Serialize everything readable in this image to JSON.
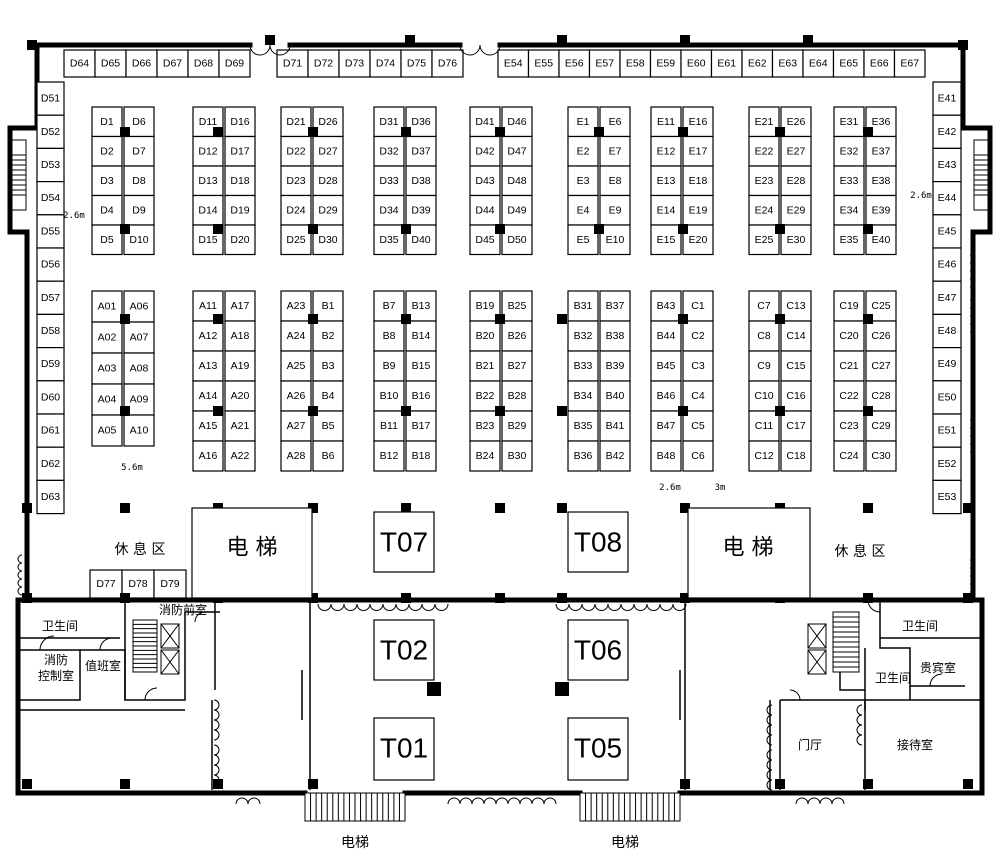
{
  "booths": {
    "D_top": [
      "D64",
      "D65",
      "D66",
      "D67",
      "D68",
      "D69",
      "D71",
      "D72",
      "D73",
      "D74",
      "D75",
      "D76"
    ],
    "E_top": [
      "E54",
      "E55",
      "E56",
      "E57",
      "E58",
      "E59",
      "E60",
      "E61",
      "E62",
      "E63",
      "E64",
      "E65",
      "E66",
      "E67"
    ],
    "D_left": [
      "D51",
      "D52",
      "D53",
      "D54",
      "D55",
      "D56",
      "D57",
      "D58",
      "D59",
      "D60",
      "D61",
      "D62",
      "D63"
    ],
    "E_right": [
      "E41",
      "E42",
      "E43",
      "E44",
      "E45",
      "E46",
      "E47",
      "E48",
      "E49",
      "E50",
      "E51",
      "E52",
      "E53"
    ],
    "upper_rows": [
      [
        "D1",
        "D6"
      ],
      [
        "D2",
        "D7"
      ],
      [
        "D3",
        "D8"
      ],
      [
        "D4",
        "D9"
      ],
      [
        "D5",
        "D10"
      ],
      [
        "D11",
        "D16"
      ],
      [
        "D12",
        "D17"
      ],
      [
        "D13",
        "D18"
      ],
      [
        "D14",
        "D19"
      ],
      [
        "D15",
        "D20"
      ],
      [
        "D21",
        "D26"
      ],
      [
        "D22",
        "D27"
      ],
      [
        "D23",
        "D28"
      ],
      [
        "D24",
        "D29"
      ],
      [
        "D25",
        "D30"
      ],
      [
        "D31",
        "D36"
      ],
      [
        "D32",
        "D37"
      ],
      [
        "D33",
        "D38"
      ],
      [
        "D34",
        "D39"
      ],
      [
        "D35",
        "D40"
      ],
      [
        "D41",
        "D46"
      ],
      [
        "D42",
        "D47"
      ],
      [
        "D43",
        "D48"
      ],
      [
        "D44",
        "D49"
      ],
      [
        "D45",
        "D50"
      ],
      [
        "E1",
        "E6"
      ],
      [
        "E2",
        "E7"
      ],
      [
        "E3",
        "E8"
      ],
      [
        "E4",
        "E9"
      ],
      [
        "E5",
        "E10"
      ],
      [
        "E11",
        "E16"
      ],
      [
        "E12",
        "E17"
      ],
      [
        "E13",
        "E18"
      ],
      [
        "E14",
        "E19"
      ],
      [
        "E15",
        "E20"
      ],
      [
        "E21",
        "E26"
      ],
      [
        "E22",
        "E27"
      ],
      [
        "E23",
        "E28"
      ],
      [
        "E24",
        "E29"
      ],
      [
        "E25",
        "E30"
      ],
      [
        "E31",
        "E36"
      ],
      [
        "E32",
        "E37"
      ],
      [
        "E33",
        "E38"
      ],
      [
        "E34",
        "E39"
      ],
      [
        "E35",
        "E40"
      ]
    ],
    "lower_blocks": [
      [
        [
          "A01",
          "A06"
        ],
        [
          "A02",
          "A07"
        ],
        [
          "A03",
          "A08"
        ],
        [
          "A04",
          "A09"
        ],
        [
          "A05",
          "A10"
        ]
      ],
      [
        [
          "A11",
          "A17"
        ],
        [
          "A12",
          "A18"
        ],
        [
          "A13",
          "A19"
        ],
        [
          "A14",
          "A20"
        ],
        [
          "A15",
          "A21"
        ],
        [
          "A16",
          "A22"
        ]
      ],
      [
        [
          "A23",
          "B1"
        ],
        [
          "A24",
          "B2"
        ],
        [
          "A25",
          "B3"
        ],
        [
          "A26",
          "B4"
        ],
        [
          "A27",
          "B5"
        ],
        [
          "A28",
          "B6"
        ]
      ],
      [
        [
          "B7",
          "B13"
        ],
        [
          "B8",
          "B14"
        ],
        [
          "B9",
          "B15"
        ],
        [
          "B10",
          "B16"
        ],
        [
          "B11",
          "B17"
        ],
        [
          "B12",
          "B18"
        ]
      ],
      [
        [
          "B19",
          "B25"
        ],
        [
          "B20",
          "B26"
        ],
        [
          "B21",
          "B27"
        ],
        [
          "B22",
          "B28"
        ],
        [
          "B23",
          "B29"
        ],
        [
          "B24",
          "B30"
        ]
      ],
      [
        [
          "B31",
          "B37"
        ],
        [
          "B32",
          "B38"
        ],
        [
          "B33",
          "B39"
        ],
        [
          "B34",
          "B40"
        ],
        [
          "B35",
          "B41"
        ],
        [
          "B36",
          "B42"
        ]
      ],
      [
        [
          "B43",
          "C1"
        ],
        [
          "B44",
          "C2"
        ],
        [
          "B45",
          "C3"
        ],
        [
          "B46",
          "C4"
        ],
        [
          "B47",
          "C5"
        ],
        [
          "B48",
          "C6"
        ]
      ],
      [
        [
          "C7",
          "C13"
        ],
        [
          "C8",
          "C14"
        ],
        [
          "C9",
          "C15"
        ],
        [
          "C10",
          "C16"
        ],
        [
          "C11",
          "C17"
        ],
        [
          "C12",
          "C18"
        ]
      ],
      [
        [
          "C19",
          "C25"
        ],
        [
          "C20",
          "C26"
        ],
        [
          "C21",
          "C27"
        ],
        [
          "C22",
          "C28"
        ],
        [
          "C23",
          "C29"
        ],
        [
          "C24",
          "C30"
        ]
      ]
    ],
    "D_small": [
      "D77",
      "D78",
      "D79"
    ]
  },
  "t_booths": [
    "T07",
    "T08",
    "T02",
    "T06",
    "T01",
    "T05"
  ],
  "labels": {
    "elevator": "电梯",
    "elevator_wide": "电 梯",
    "rest_area": "休 息 区",
    "restroom": "卫生间",
    "fire_front_room": "消防前室",
    "fire_control_room": "消防控制室",
    "duty_room": "值班室",
    "vip_room": "贵宾室",
    "reception_room": "接待室",
    "lobby": "门厅",
    "restroom_small": "卫生间"
  },
  "dimensions": [
    "2.6m",
    "2.6m",
    "5.6m",
    "2.6m",
    "3m"
  ]
}
